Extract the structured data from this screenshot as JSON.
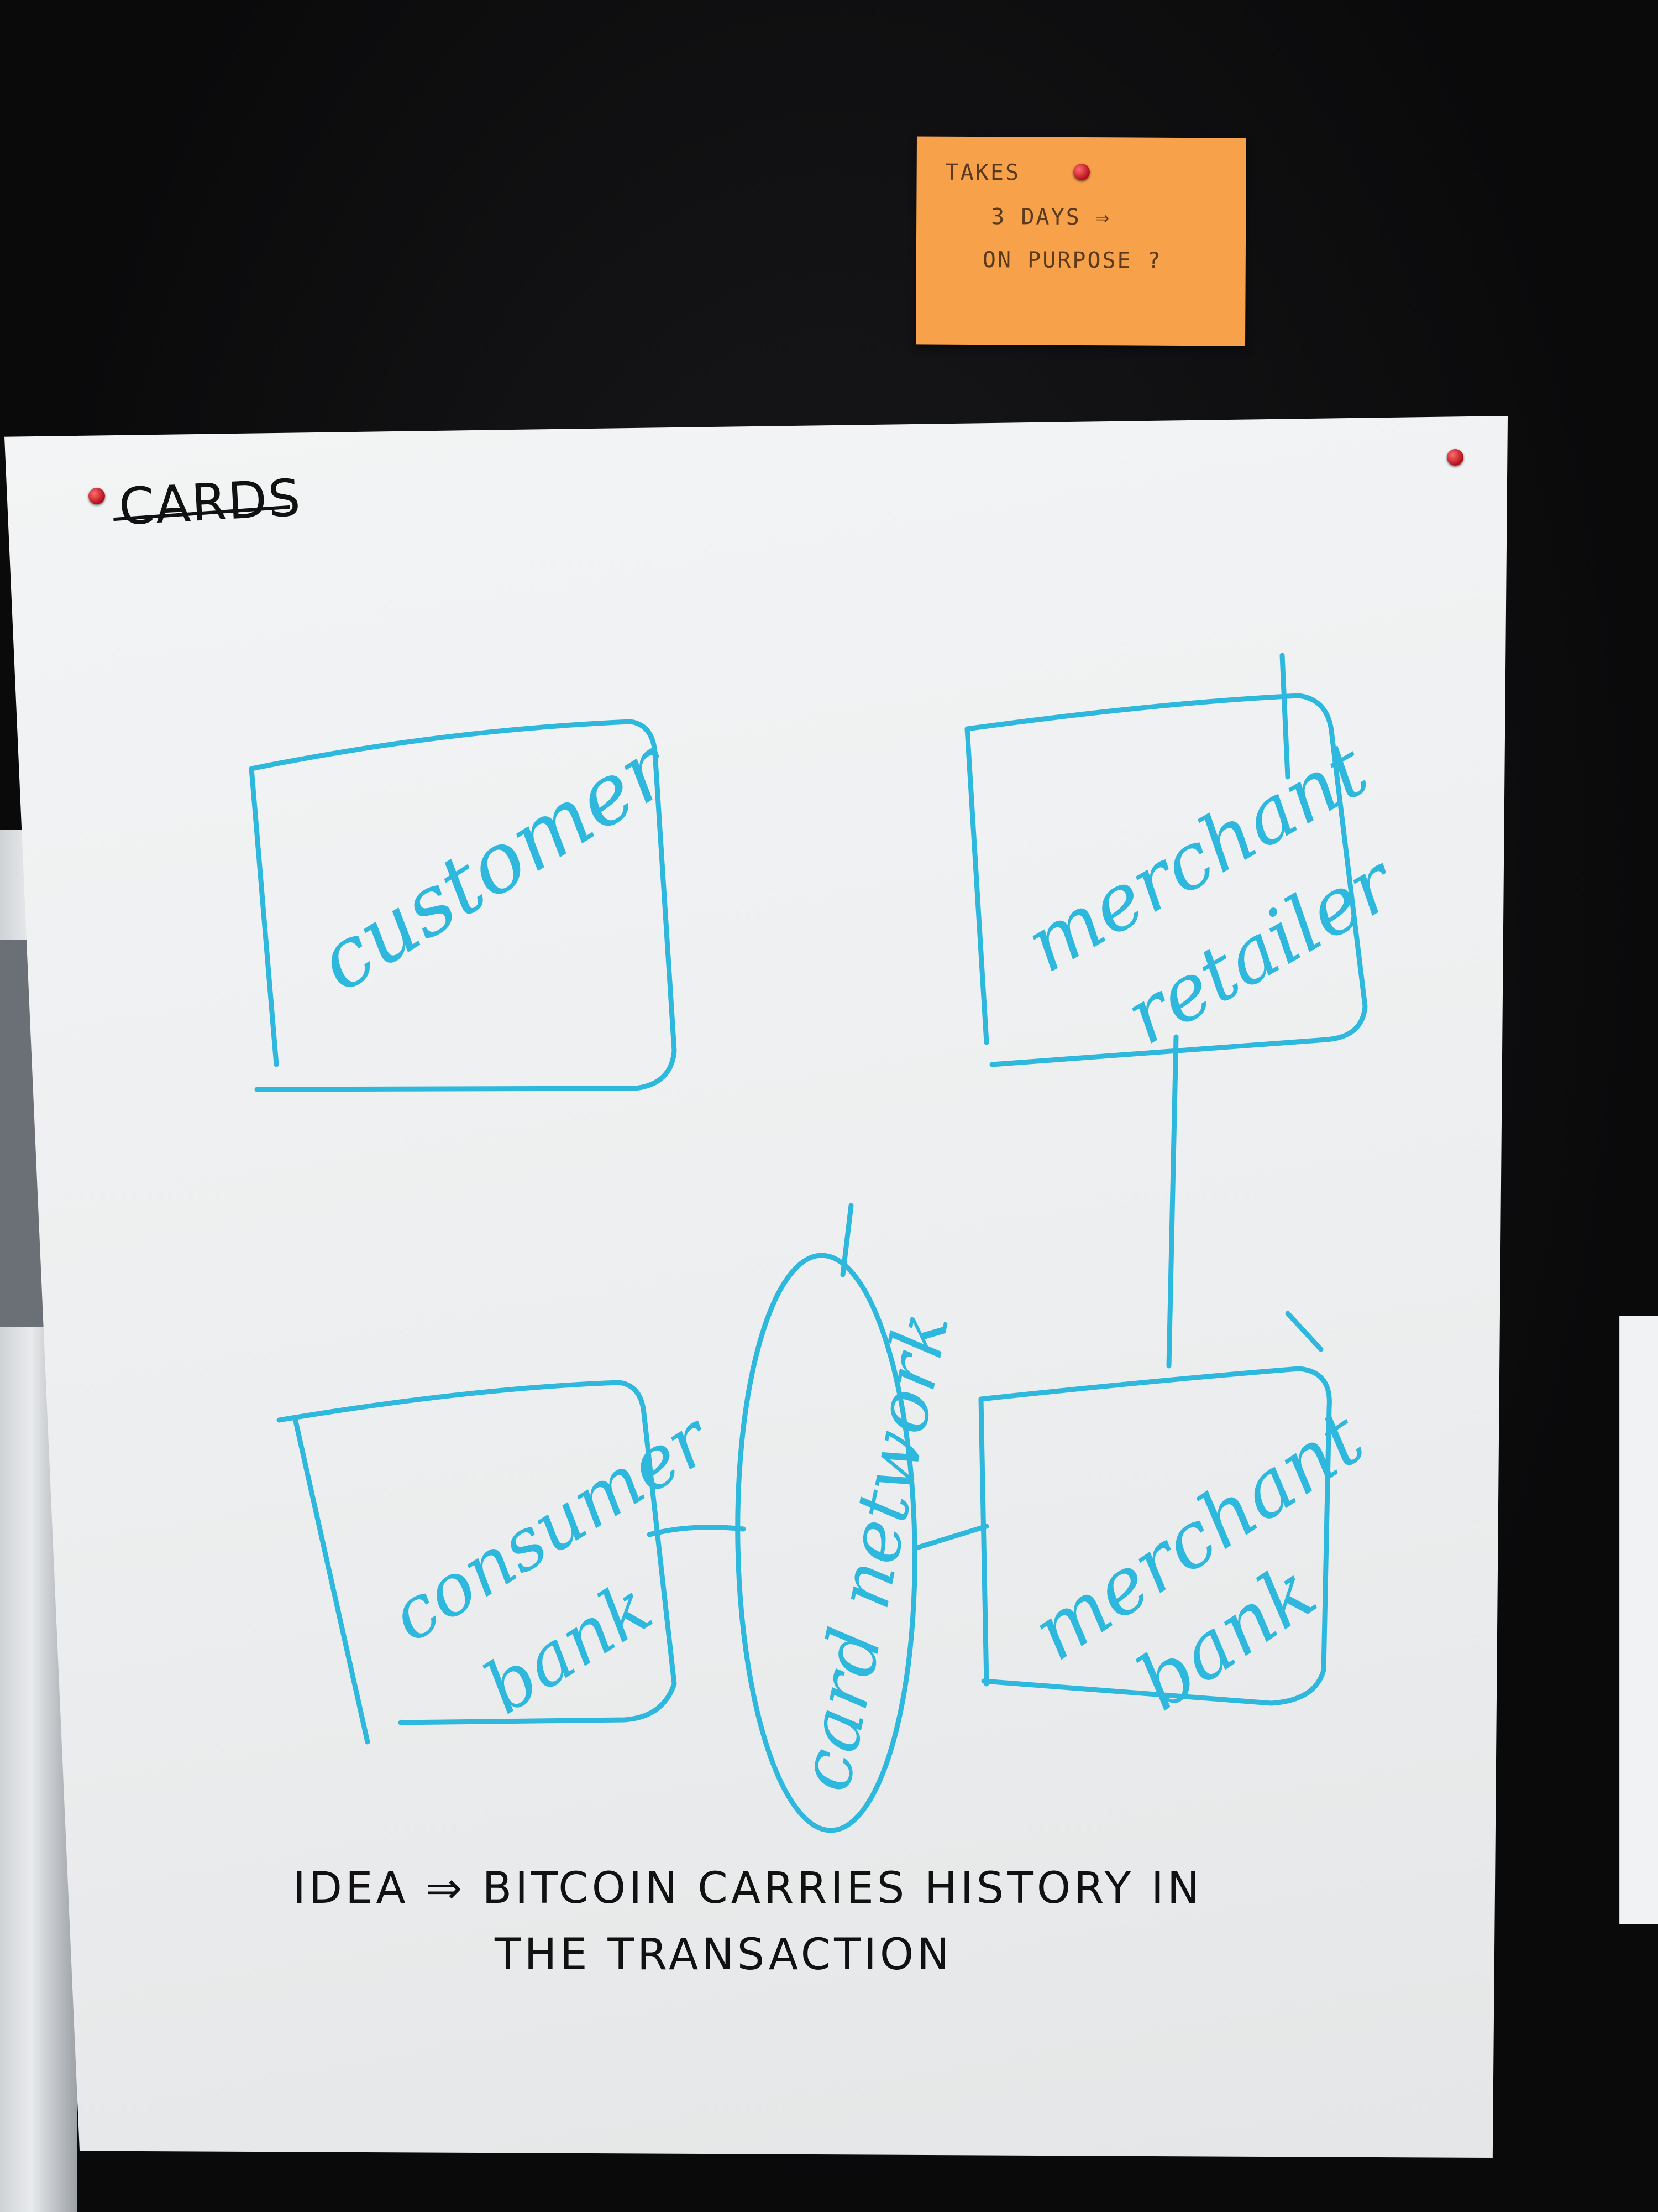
{
  "sticky_note": {
    "line1": "TAKES",
    "line2": "3 DAYS ⇒",
    "line3": "ON PURPOSE ?"
  },
  "paper": {
    "title": "CARDS"
  },
  "nodes": {
    "customer": "customer",
    "merchant_retailer_line1": "merchant",
    "merchant_retailer_line2": "retailer",
    "consumer_bank_line1": "consumer",
    "consumer_bank_line2": "bank",
    "card_network": "card network",
    "merchant_bank_line1": "merchant",
    "merchant_bank_line2": "bank"
  },
  "note": {
    "line1": "IDEA ⇒ BITCOIN CARRIES HISTORY IN",
    "line2": "THE TRANSACTION"
  },
  "colors": {
    "marker_blue": "#2fb8de",
    "sticky_orange": "#f7a24a",
    "ink_black": "#111111"
  }
}
